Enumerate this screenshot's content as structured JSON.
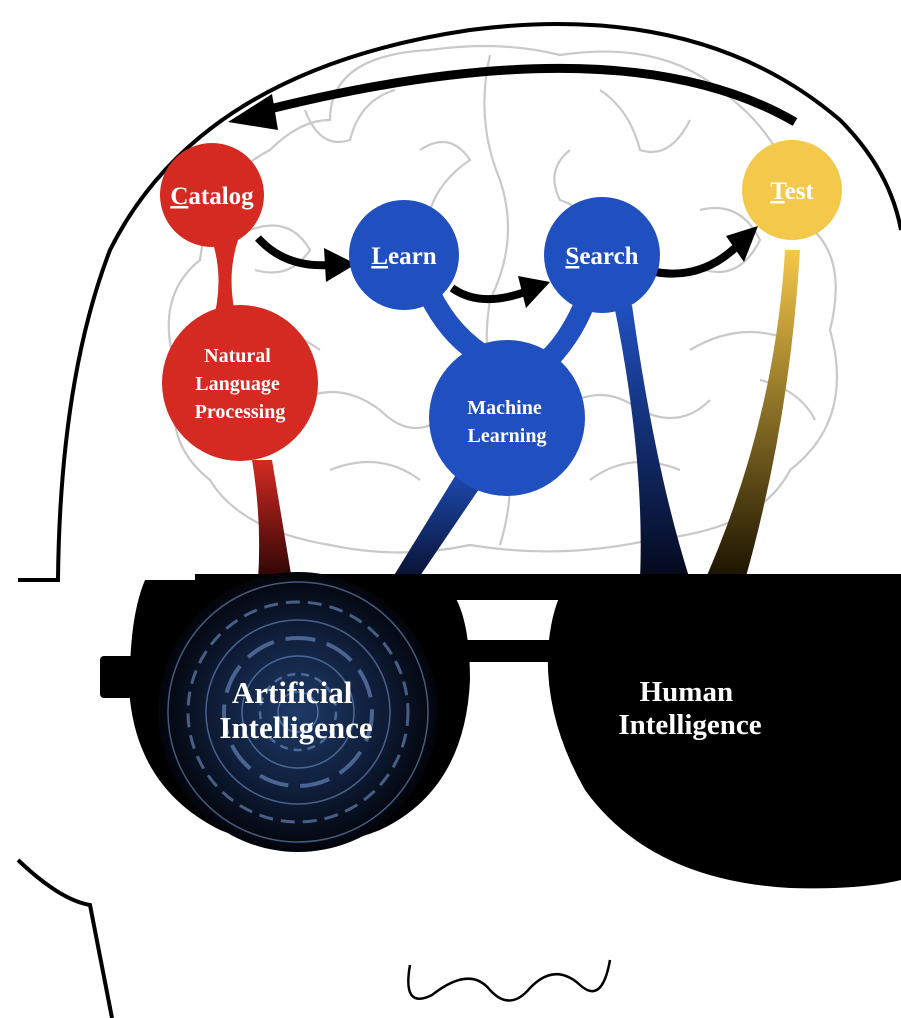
{
  "nodes": {
    "catalog": {
      "first_letter": "C",
      "rest": "atalog"
    },
    "learn": {
      "first_letter": "L",
      "rest": "earn"
    },
    "search": {
      "first_letter": "S",
      "rest": "earch"
    },
    "test": {
      "first_letter": "T",
      "rest": "est"
    },
    "nlp": {
      "lines": [
        "Natural",
        "Language",
        "Processing"
      ]
    },
    "ml": {
      "lines": [
        "Machine",
        "Learning"
      ]
    }
  },
  "lenses": {
    "left": {
      "lines": [
        "Artificial",
        "Intelligence"
      ]
    },
    "right": {
      "lines": [
        "Human",
        "Intelligence"
      ]
    }
  },
  "colors": {
    "red": "#d42a22",
    "blue": "#2050c0",
    "yellow": "#f4c84a",
    "lens": "#000000",
    "ai_glow": "#7a9ed8"
  }
}
